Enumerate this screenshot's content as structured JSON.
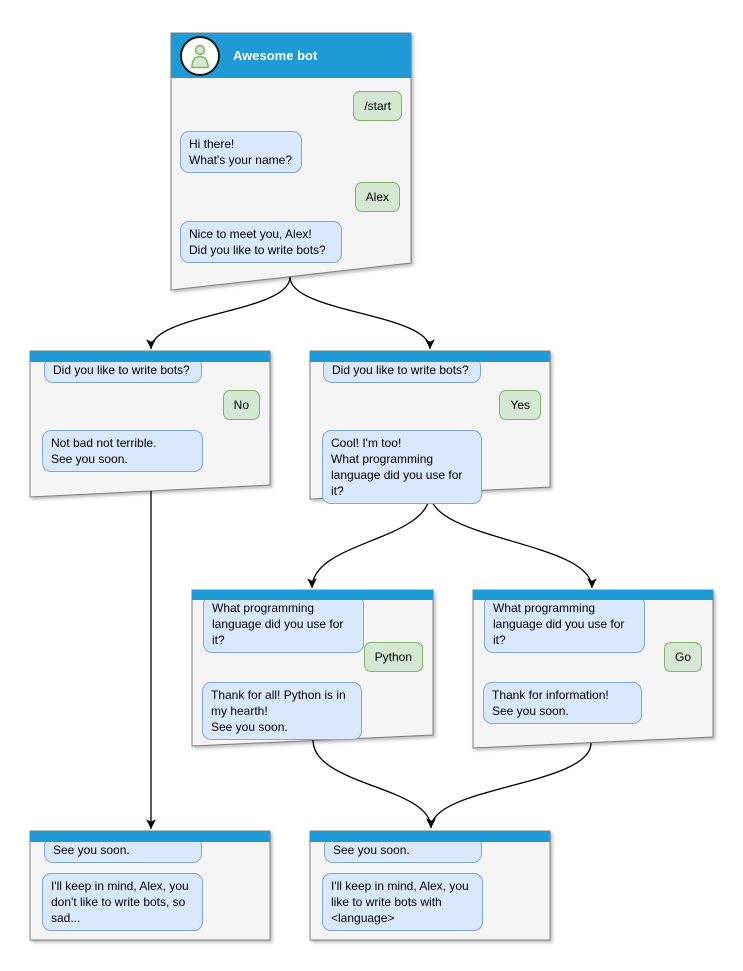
{
  "diagram_title": "Awesome bot chat flow",
  "colors": {
    "header_blue": "#1e9bd7",
    "box_fill": "#f5f5f5",
    "box_border": "#7f7f7f",
    "bot_fill": "#dae8fc",
    "bot_border": "#7ea6e0",
    "user_fill": "#d5e8d4",
    "user_border": "#82b366",
    "arrow": "#000000"
  },
  "icons": {
    "avatar": "person-icon"
  },
  "nodes": {
    "main": {
      "title": "Awesome bot",
      "messages": [
        {
          "from": "user",
          "text": "/start"
        },
        {
          "from": "bot",
          "text": "Hi there!\nWhat's your name?"
        },
        {
          "from": "user",
          "text": "Alex"
        },
        {
          "from": "bot",
          "text": "Nice to meet you, Alex!\nDid you like to write bots?"
        }
      ]
    },
    "branch_no": {
      "messages": [
        {
          "from": "bot",
          "text": "Did you like to write bots?"
        },
        {
          "from": "user",
          "text": "No"
        },
        {
          "from": "bot",
          "text": "Not bad not terrible.\nSee you soon."
        }
      ]
    },
    "branch_yes": {
      "messages": [
        {
          "from": "bot",
          "text": "Did you like to write bots?"
        },
        {
          "from": "user",
          "text": "Yes"
        },
        {
          "from": "bot",
          "text": "Cool! I'm too!\nWhat programming\nlanguage did you use for it?"
        }
      ]
    },
    "lang_python": {
      "messages": [
        {
          "from": "bot",
          "text": "What programming\nlanguage did you use for it?"
        },
        {
          "from": "user",
          "text": "Python"
        },
        {
          "from": "bot",
          "text": "Thank for all! Python is in\nmy hearth!\nSee you soon."
        }
      ]
    },
    "lang_go": {
      "messages": [
        {
          "from": "bot",
          "text": "What programming\nlanguage did you use for it?"
        },
        {
          "from": "user",
          "text": "Go"
        },
        {
          "from": "bot",
          "text": "Thank for information!\nSee you soon."
        }
      ]
    },
    "end_no": {
      "messages": [
        {
          "from": "bot",
          "text": "See you soon."
        },
        {
          "from": "bot",
          "text": "I'll keep in mind, Alex, you\ndon't like to write bots, so\nsad..."
        }
      ]
    },
    "end_lang": {
      "messages": [
        {
          "from": "bot",
          "text": "See you soon."
        },
        {
          "from": "bot",
          "text": "I'll keep in mind, Alex, you\nlike to write bots with\n<language>"
        }
      ]
    }
  },
  "edges": [
    {
      "from": "main",
      "to": "branch_no"
    },
    {
      "from": "main",
      "to": "branch_yes"
    },
    {
      "from": "branch_yes",
      "to": "lang_python"
    },
    {
      "from": "branch_yes",
      "to": "lang_go"
    },
    {
      "from": "branch_no",
      "to": "end_no"
    },
    {
      "from": "lang_python",
      "to": "end_lang"
    },
    {
      "from": "lang_go",
      "to": "end_lang"
    }
  ]
}
